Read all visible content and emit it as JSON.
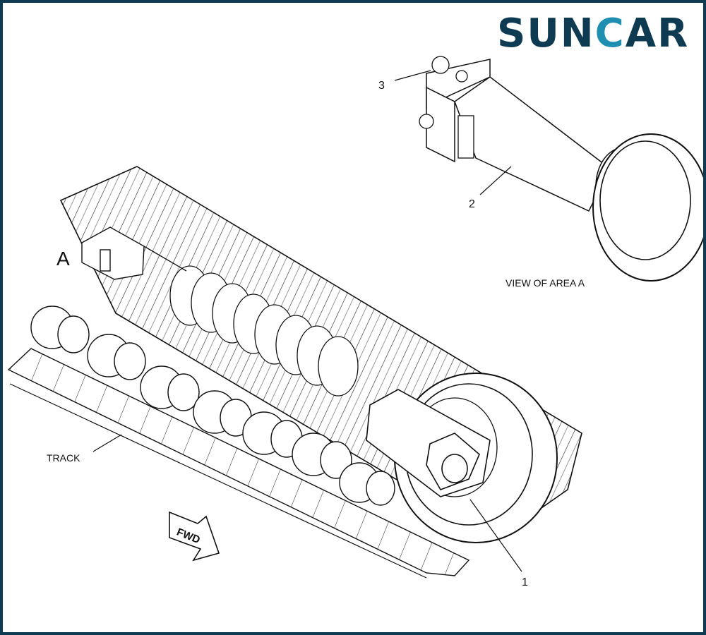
{
  "brand": {
    "logo_text": "SUNCAR",
    "primary_color": "#0e3a52",
    "accent_color": "#1e8fb0"
  },
  "diagram": {
    "callouts": {
      "item1": "1",
      "item2": "2",
      "item3": "3"
    },
    "area_letter": "A",
    "view_caption": "VIEW OF AREA A",
    "track_label": "TRACK",
    "direction_arrow": "FWD"
  }
}
